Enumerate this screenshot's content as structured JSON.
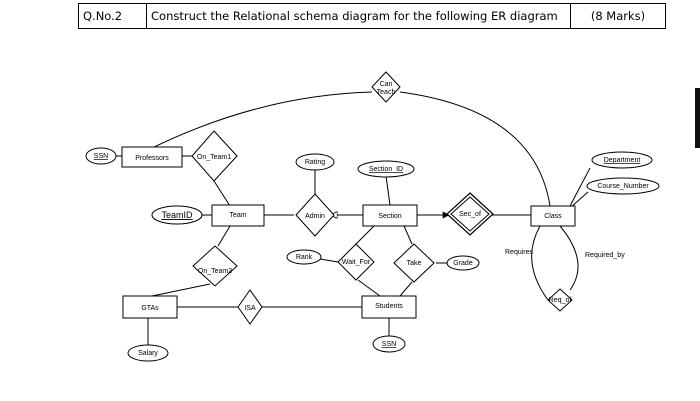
{
  "header": {
    "question_number": "Q.No.2",
    "question": "Construct the Relational schema diagram for the following ER diagram",
    "marks": "(8 Marks)"
  },
  "diagram": {
    "entities": {
      "professors": "Professors",
      "team": "Team",
      "section": "Section",
      "class": "Class",
      "gtas": "GTAs",
      "students": "Students"
    },
    "relationships": {
      "can_teach_line1": "Can",
      "can_teach_line2": "Teach",
      "on_team1": "On_Team1",
      "on_team2": "On_Team2",
      "admin": "Admin",
      "sec_of": "Sec_of",
      "wait_for": "Wait_For",
      "take": "Take",
      "isa": "ISA",
      "req_of": "Req_of"
    },
    "attributes": {
      "ssn_professors": "SSN",
      "teamid": "TeamID",
      "rating": "Rating",
      "section_id": "Section_ID",
      "department": "Department",
      "course_number": "Course_Number",
      "rank": "Rank",
      "grade": "Grade",
      "salary": "Salary",
      "ssn_students": "SSN"
    },
    "edge_labels": {
      "requires": "Requires",
      "required_by": "Required_by"
    }
  }
}
